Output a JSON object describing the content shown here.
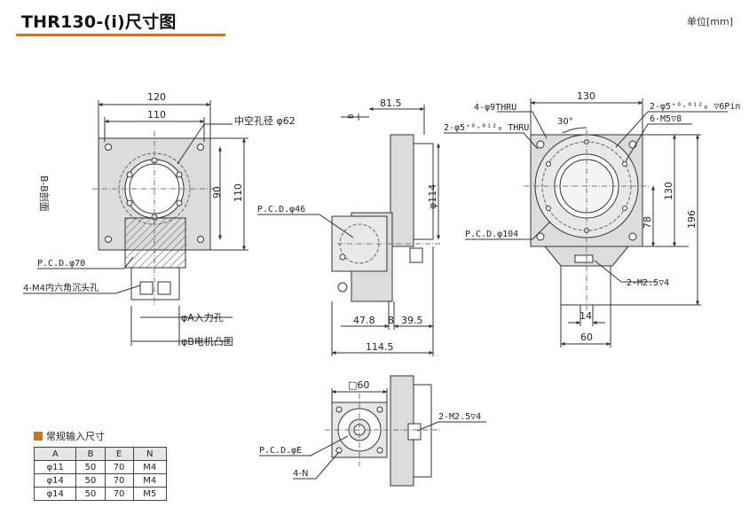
{
  "header": {
    "title": "THR130-(i)尺寸图",
    "unit": "单位[mm]"
  },
  "colors": {
    "accent": "#c8742a",
    "line": "#333333",
    "fill_gray": "#d9d9d9",
    "hatch": "#555555"
  },
  "front_view": {
    "dim_120": "120",
    "dim_110_top": "110",
    "dim_90": "90",
    "dim_110_side": "110",
    "hollow": "中空孔径 φ62",
    "section": "B-B剖面",
    "pcd70": "P.C.D.φ70",
    "m4": "4-M4内六角沉头孔",
    "phiA": "φA入力孔",
    "phiB": "φB电机凸图"
  },
  "side_view": {
    "dim_81_5": "81.5",
    "dim_114": "φ114",
    "pcd46": "P.C.D.φ46",
    "dim_47_8": "47.8",
    "dim_8": "8",
    "dim_39_5": "39.5",
    "dim_114_5": "114.5",
    "dim_b": "B"
  },
  "right_view": {
    "dim_130_top": "130",
    "thru9": "4-φ9THRU",
    "pin5": "2-φ5⁺⁰·⁰¹²₀ ▽6Pin",
    "thru5": "2-φ5⁺⁰·⁰¹²₀ THRU",
    "angle": "30°",
    "m5": "6-M5▽8",
    "dim_130_side": "130",
    "dim_196": "196",
    "dim_78": "78",
    "pcd104": "P.C.D.φ104",
    "m25": "2-M2.5▽4",
    "dim_14": "14",
    "dim_60": "60"
  },
  "bottom_view": {
    "sq60": "□60",
    "m25": "2-M2.5▽4",
    "pcde": "P.C.D.φE",
    "n": "4-N"
  },
  "input_table": {
    "title": "常规输入尺寸",
    "headers": [
      "A",
      "B",
      "E",
      "N"
    ],
    "rows": [
      [
        "φ11",
        "50",
        "70",
        "M4"
      ],
      [
        "φ14",
        "50",
        "70",
        "M4"
      ],
      [
        "φ14",
        "50",
        "70",
        "M5"
      ]
    ]
  }
}
